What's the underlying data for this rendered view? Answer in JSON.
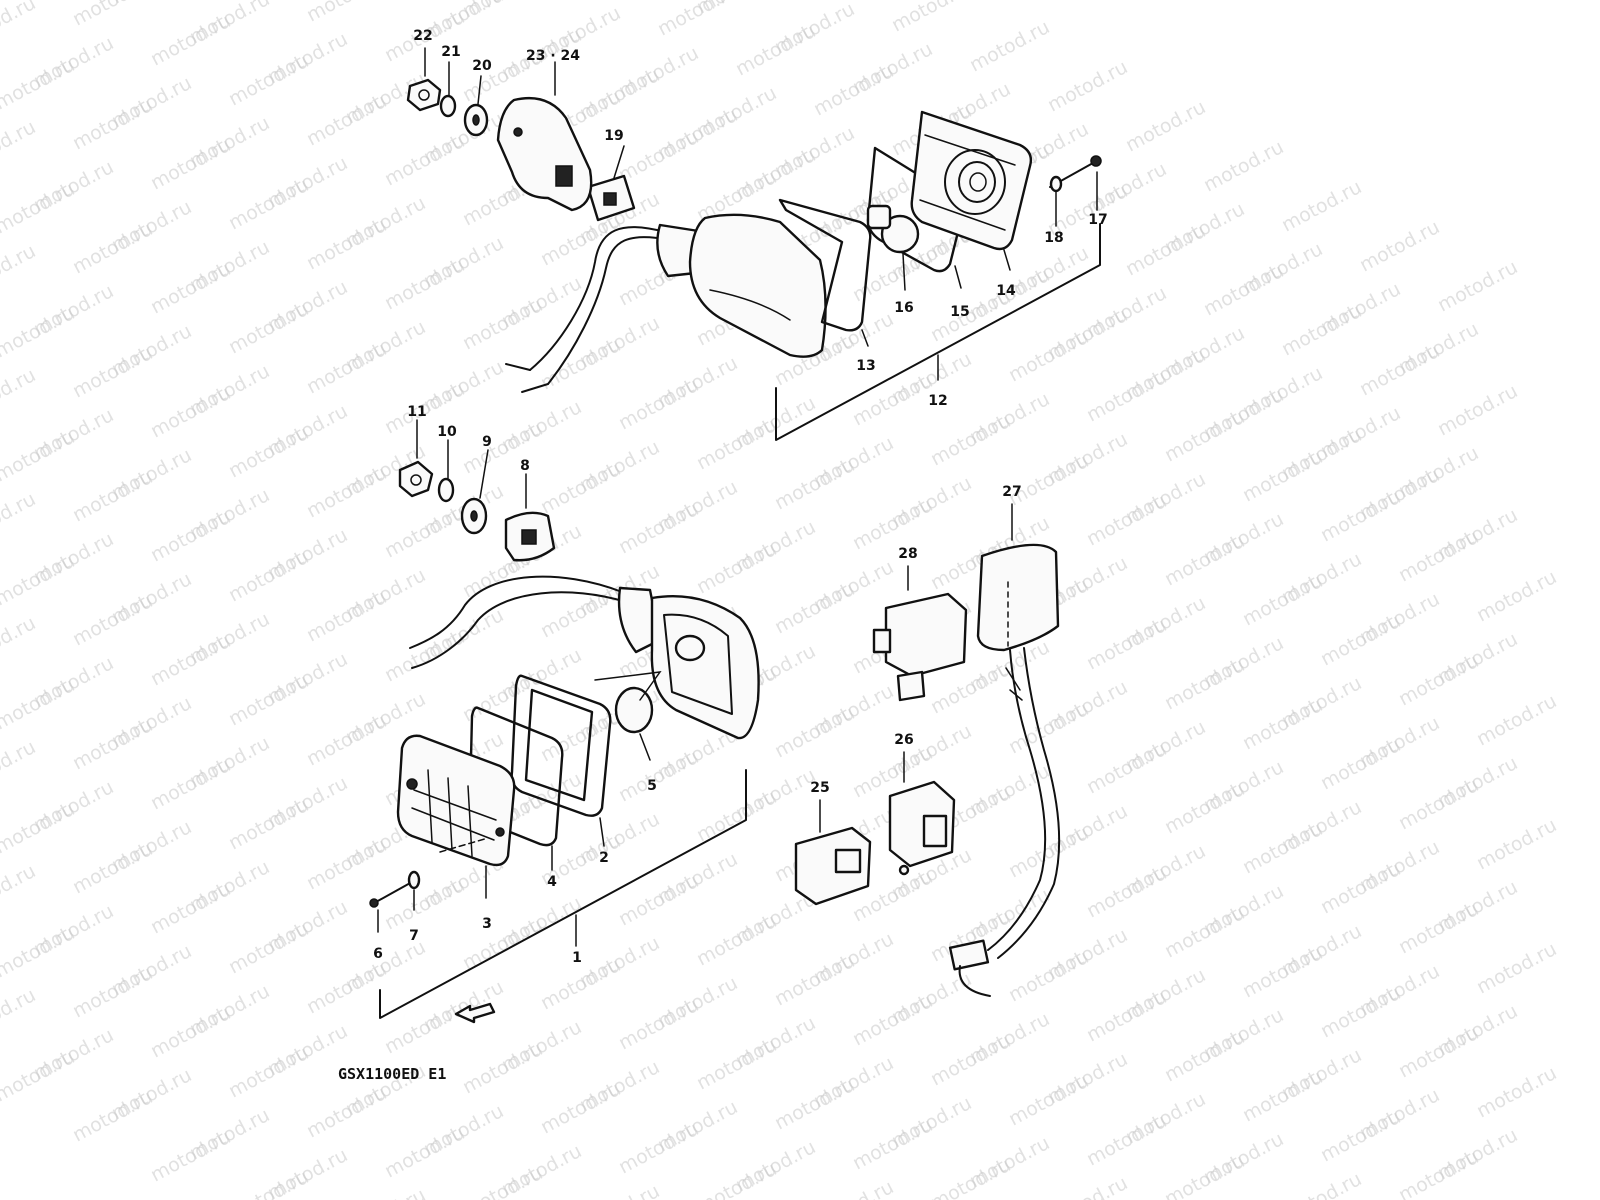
{
  "diagram": {
    "model_label": "GSX1100ED  E1",
    "watermark": "motod.ru",
    "callouts": [
      "1",
      "2",
      "3",
      "4",
      "5",
      "6",
      "7",
      "8",
      "9",
      "10",
      "11",
      "12",
      "13",
      "14",
      "15",
      "16",
      "17",
      "18",
      "19",
      "20",
      "21",
      "22",
      "23 · 24",
      "25",
      "26",
      "27",
      "28"
    ]
  }
}
